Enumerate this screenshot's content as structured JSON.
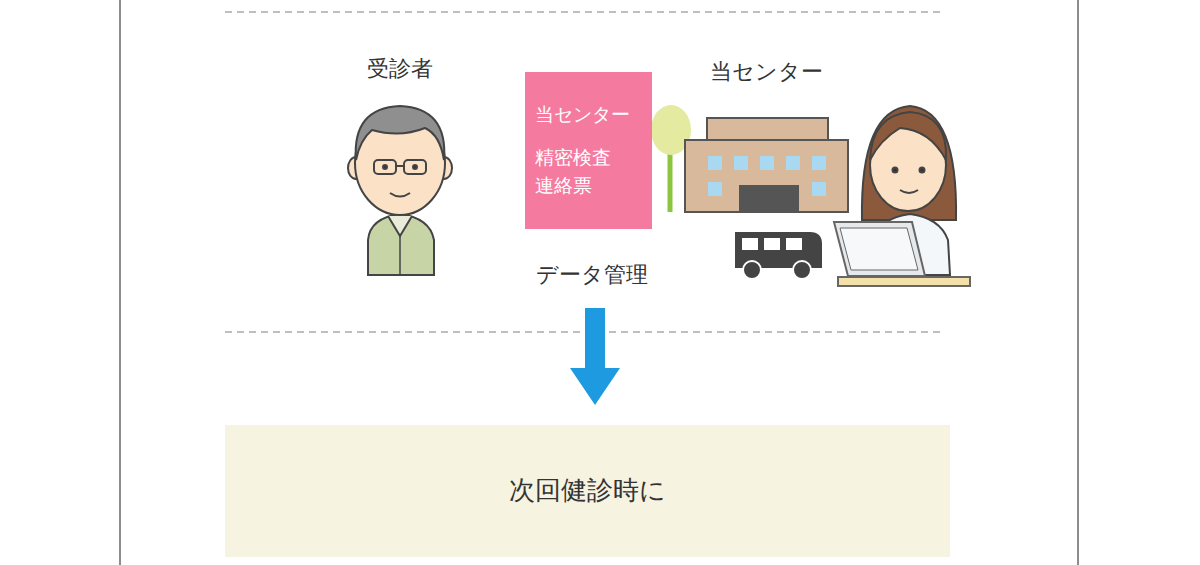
{
  "diagram": {
    "nodes": [
      {
        "text": [
          "当センター",
          "精密検査 連絡票"
        ]
      },
      {
        "text": [
          "次回健診時に"
        ]
      }
    ],
    "labels": [
      "受診者",
      "当センター",
      "データ管理"
    ]
  }
}
